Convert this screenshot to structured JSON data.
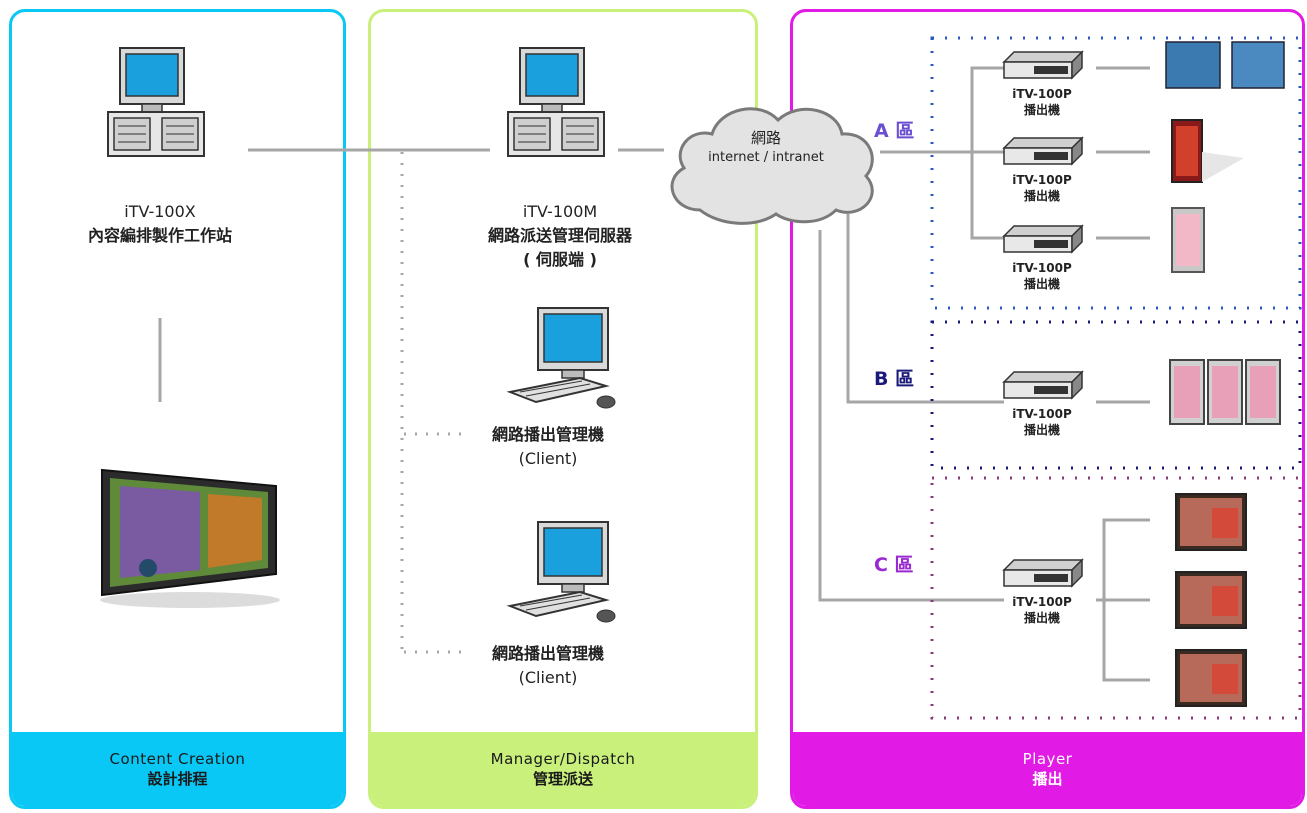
{
  "panels": {
    "content_creation": {
      "title_en": "Content Creation",
      "title_zh": "設計排程",
      "color": "#0ac8f5"
    },
    "manager_dispatch": {
      "title_en": "Manager/Dispatch",
      "title_zh": "管理派送",
      "color": "#c8f07a"
    },
    "player": {
      "title_en": "Player",
      "title_zh": "播出",
      "color": "#e21ae6"
    }
  },
  "workstation": {
    "model": "iTV-100X",
    "desc": "內容編排製作工作站"
  },
  "server": {
    "model": "iTV-100M",
    "desc": "網路派送管理伺服器",
    "note": "( 伺服端 )"
  },
  "clients": [
    {
      "label": "網路播出管理機",
      "sub": "(Client)"
    },
    {
      "label": "網路播出管理機",
      "sub": "(Client)"
    }
  ],
  "cloud": {
    "label": "網路",
    "sub": "internet / intranet"
  },
  "zones": [
    {
      "name": "A 區",
      "color": "#6a4fd0"
    },
    {
      "name": "B 區",
      "color": "#1a1a7a"
    },
    {
      "name": "C 區",
      "color": "#9a2ad0"
    }
  ],
  "player_unit": {
    "model": "iTV-100P",
    "desc": "播出機"
  }
}
